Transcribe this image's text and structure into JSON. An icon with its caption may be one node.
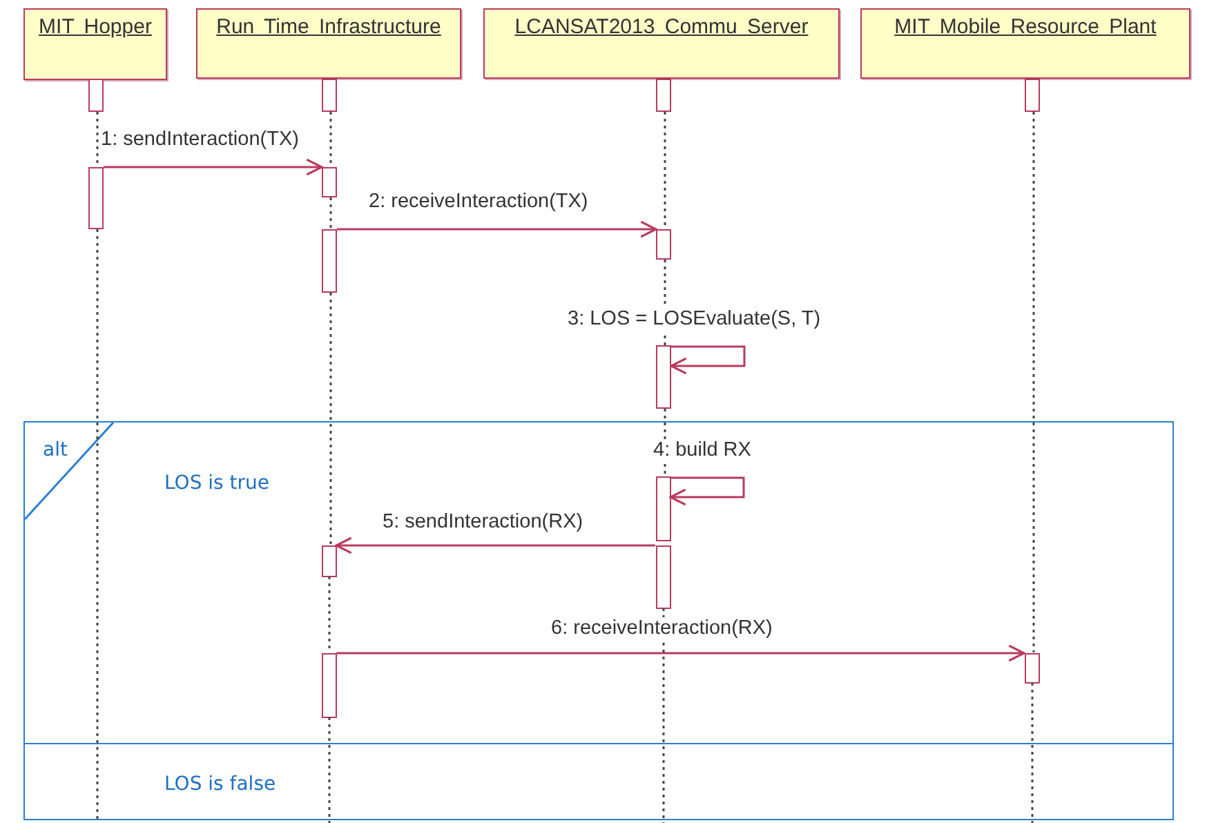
{
  "diagram": {
    "nodes": [
      {
        "text": [
          "MIT Hopper"
        ]
      },
      {
        "text": [
          "Run Time Infrastructure"
        ]
      },
      {
        "text": [
          "LCANSAT2013 Commu Server"
        ]
      },
      {
        "text": [
          "MIT Mobile Resource Plant"
        ]
      },
      {
        "text": [],
        "shape": "bar"
      },
      {
        "text": [],
        "shape": "bar"
      },
      {
        "text": [],
        "shape": "bar"
      },
      {
        "text": [],
        "shape": "bar"
      },
      {
        "text": [],
        "shape": "bar"
      },
      {
        "text": [],
        "shape": "bar"
      },
      {
        "text": [],
        "shape": "bar"
      },
      {
        "text": [],
        "shape": "bar"
      },
      {
        "text": [],
        "shape": "bar"
      },
      {
        "text": [
          "alt",
          "LOS is true",
          "LOS is false"
        ]
      },
      {
        "text": [],
        "shape": "bar",
        "in": 13
      },
      {
        "text": [],
        "shape": "bar",
        "in": 13
      },
      {
        "text": [],
        "shape": "bar",
        "in": 13
      },
      {
        "text": [],
        "shape": "bar",
        "in": 13
      },
      {
        "text": [],
        "shape": "bar",
        "in": 13
      }
    ],
    "edges": [
      {
        "from": 8,
        "to": 9,
        "arrow": "to",
        "label": "1: sendInteraction(TX)",
        "color": "#b83b5e"
      },
      {
        "from": 10,
        "to": 11,
        "arrow": "to",
        "label": "2: receiveInteraction(TX)",
        "color": "#b83b5e"
      },
      {
        "from": 12,
        "to": 12,
        "arrow": "to",
        "label": "3: LOS = LOSEvaluate(S, T)",
        "color": "#b83b5e"
      },
      {
        "from": 14,
        "to": 14,
        "arrow": "to",
        "label": "4: build RX",
        "color": "#b83b5e"
      },
      {
        "from": 16,
        "to": 15,
        "arrow": "to",
        "label": "5: sendInteraction(RX)",
        "color": "#b83b5e"
      },
      {
        "from": 17,
        "to": 18,
        "arrow": "to",
        "label": "6: receiveInteraction(RX)",
        "color": "#b83b5e"
      },
      {
        "from": 4,
        "to": 8,
        "arrow": "none",
        "style": "dashed"
      },
      {
        "from": 8,
        "to": 13,
        "arrow": "none",
        "style": "dashed"
      },
      {
        "from": 5,
        "to": 9,
        "arrow": "none",
        "style": "dashed"
      },
      {
        "from": 9,
        "to": 10,
        "arrow": "none",
        "style": "dashed"
      },
      {
        "from": 10,
        "to": 15,
        "arrow": "none",
        "style": "dashed"
      },
      {
        "from": 15,
        "to": 17,
        "arrow": "none",
        "style": "dashed"
      },
      {
        "from": 17,
        "to": null,
        "arrow": "none",
        "style": "dashed"
      },
      {
        "from": 6,
        "to": 11,
        "arrow": "none",
        "style": "dashed"
      },
      {
        "from": 11,
        "to": 12,
        "arrow": "none",
        "style": "dashed"
      },
      {
        "from": 12,
        "to": 14,
        "arrow": "none",
        "style": "dashed"
      },
      {
        "from": 16,
        "to": null,
        "arrow": "none",
        "style": "dashed"
      },
      {
        "from": 7,
        "to": 18,
        "arrow": "none",
        "style": "dashed"
      },
      {
        "from": 18,
        "to": null,
        "arrow": "none",
        "style": "dashed"
      }
    ]
  }
}
